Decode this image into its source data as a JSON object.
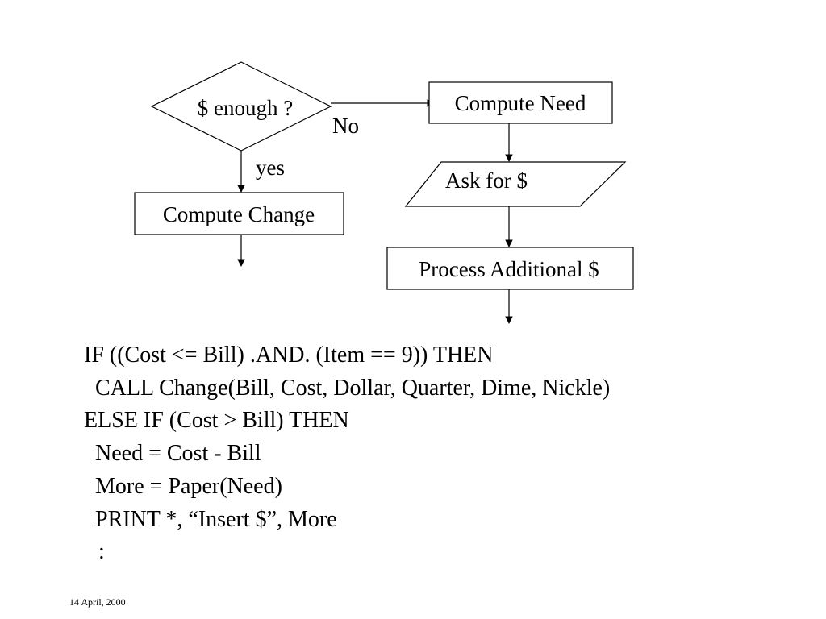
{
  "flowchart": {
    "decision": {
      "label": "$ enough ?"
    },
    "no_label": "No",
    "yes_label": "yes",
    "compute_need": {
      "label": "Compute Need"
    },
    "ask_for": {
      "label": "Ask for $"
    },
    "process_additional": {
      "label": "Process Additional $"
    },
    "compute_change": {
      "label": "Compute Change"
    }
  },
  "code": {
    "lines": [
      "IF ((Cost <= Bill) .AND. (Item == 9)) THEN",
      "CALL Change(Bill, Cost, Dollar, Quarter, Dime, Nickle)",
      "ELSE IF (Cost > Bill) THEN",
      "Need = Cost - Bill",
      "More = Paper(Need)",
      "PRINT *, “Insert $”, More",
      ":"
    ]
  },
  "footer": {
    "date": "14 April, 2000"
  }
}
